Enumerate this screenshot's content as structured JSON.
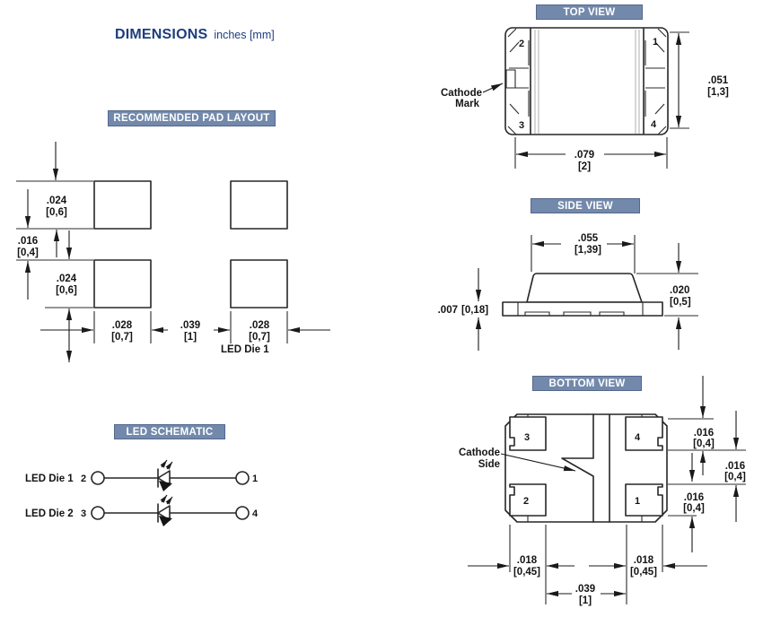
{
  "title": {
    "main": "DIMENSIONS",
    "sub": "inches [mm]"
  },
  "colors": {
    "badge_bg": "#7289ac",
    "badge_border": "#55688c",
    "badge_text": "#ffffff",
    "title_text": "#1d3e7e",
    "line": "#262626"
  },
  "sections": {
    "pad_layout": {
      "header": "RECOMMENDED PAD LAYOUT",
      "note": "LED Die 1",
      "dims": {
        "pad_height_top": {
          "in": ".024",
          "mm": "[0,6]"
        },
        "row_gap": {
          "in": ".016",
          "mm": "[0,4]"
        },
        "pad_height_bottom": {
          "in": ".024",
          "mm": "[0,6]"
        },
        "pad_width_left": {
          "in": ".028",
          "mm": "[0,7]"
        },
        "column_gap": {
          "in": ".039",
          "mm": "[1]"
        },
        "pad_width_right": {
          "in": ".028",
          "mm": "[0,7]"
        }
      }
    },
    "led_schematic": {
      "header": "LED SCHEMATIC",
      "rows": [
        {
          "label": "LED Die 1",
          "left_pin": "2",
          "right_pin": "1"
        },
        {
          "label": "LED Die 2",
          "left_pin": "3",
          "right_pin": "4"
        }
      ]
    },
    "top_view": {
      "header": "TOP VIEW",
      "callout": {
        "line1": "Cathode",
        "line2": "Mark"
      },
      "pins": {
        "top_left": "2",
        "top_right": "1",
        "bottom_left": "3",
        "bottom_right": "4"
      },
      "dims": {
        "height": {
          "in": ".051",
          "mm": "[1,3]"
        },
        "width": {
          "in": ".079",
          "mm": "[2]"
        }
      }
    },
    "side_view": {
      "header": "SIDE VIEW",
      "dims": {
        "top_width": {
          "in": ".055",
          "mm": "[1,39]"
        },
        "standoff": {
          "in": ".007",
          "mm": "[0,18]"
        },
        "height": {
          "in": ".020",
          "mm": "[0,5]"
        }
      }
    },
    "bottom_view": {
      "header": "BOTTOM VIEW",
      "callout": {
        "line1": "Cathode",
        "line2": "Side"
      },
      "pads": {
        "top_left": "3",
        "top_right": "4",
        "bottom_left": "2",
        "bottom_right": "1"
      },
      "dims": {
        "pad_height_top": {
          "in": ".016",
          "mm": "[0,4]"
        },
        "pad_gap": {
          "in": ".016",
          "mm": "[0,4]"
        },
        "pad_height_bottom": {
          "in": ".016",
          "mm": "[0,4]"
        },
        "pad_width_left": {
          "in": ".018",
          "mm": "[0,45]"
        },
        "pad_width_right": {
          "in": ".018",
          "mm": "[0,45]"
        },
        "pad_gap_h": {
          "in": ".039",
          "mm": "[1]"
        }
      }
    }
  }
}
